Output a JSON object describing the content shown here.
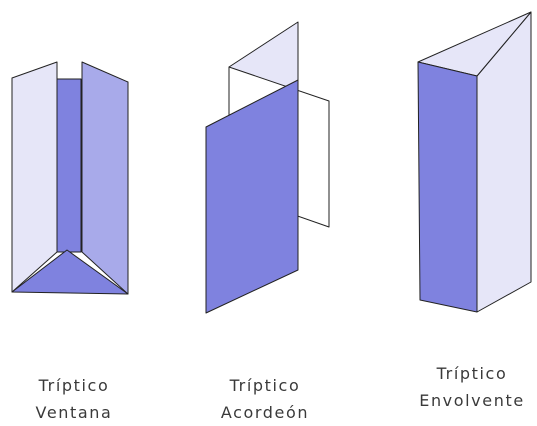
{
  "colors": {
    "panel_dark": "#7f82df",
    "panel_medium": "#a8aaea",
    "panel_light": "#e6e6f8",
    "panel_white": "#ffffff",
    "outline": "#222222",
    "caption_text": "#3a3a3a"
  },
  "figures": [
    {
      "id": "ventana",
      "label_line1": "Tríptico",
      "label_line2": "Ventana"
    },
    {
      "id": "acordeon",
      "label_line1": "Tríptico",
      "label_line2": "Acordeón"
    },
    {
      "id": "envolvente",
      "label_line1": "Tríptico",
      "label_line2": "Envolvente"
    }
  ]
}
